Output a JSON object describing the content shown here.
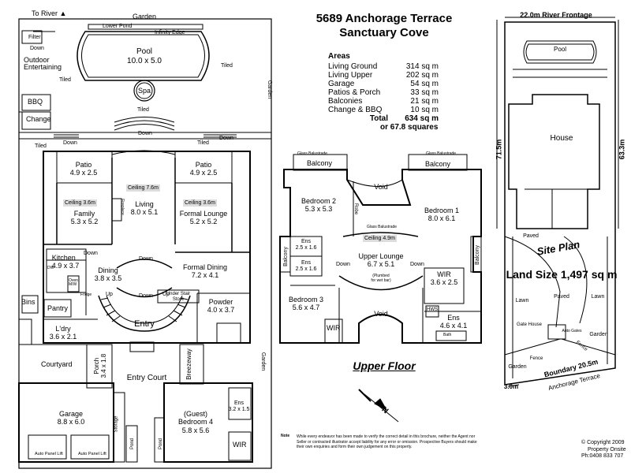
{
  "header": {
    "address": "5689 Anchorage Terrace",
    "suburb": "Sanctuary Cove"
  },
  "areas": {
    "title": "Areas",
    "rows": [
      {
        "label": "Living Ground",
        "value": "314 sq m"
      },
      {
        "label": "Living Upper",
        "value": "202 sq m"
      },
      {
        "label": "Garage",
        "value": "54 sq m"
      },
      {
        "label": "Patios & Porch",
        "value": "33 sq m"
      },
      {
        "label": "Balconies",
        "value": "21 sq m"
      },
      {
        "label": "Change & BBQ",
        "value": "10 sq m"
      }
    ],
    "total_label": "Total",
    "total_value": "634 sq m",
    "squares": "or 67.8 squares"
  },
  "ground": {
    "to_river": "To River",
    "garden_top": "Garden",
    "lower_pond": "Lower Pond",
    "infinity_edge": "Infinity Edge",
    "filter": "Filter",
    "down": "Down",
    "pool_title": "Pool",
    "pool_dims": "10.0 x 5.0",
    "spa": "Spa",
    "outdoor": "Outdoor\nEntertaining",
    "tiled": "Tiled",
    "garden_right": "Garden",
    "bbq": "BBQ",
    "change": "Change",
    "patio_left": "Patio\n4.9 x 2.5",
    "patio_right": "Patio\n4.9 x 2.5",
    "ceiling_family": "Ceiling 3.6m",
    "family": "Family\n5.3 x 5.2",
    "ceiling_living": "Ceiling 7.6m",
    "living": "Living\n8.0 x 5.1",
    "fireplace": "Fireplace",
    "ceiling_lounge": "Ceiling 3.6m",
    "formal_lounge": "Formal Lounge\n5.2 x 5.2",
    "kitchen": "Kitchen\n4.9 x 3.7",
    "dw": "DW",
    "oven_mw": "Oven\nM/W",
    "fridge": "Fridge",
    "dining": "Dining\n3.8 x 3.5",
    "formal_dining": "Formal Dining\n7.2 x 4.1",
    "pantry": "Pantry",
    "bins": "Bins",
    "ldry": "L'dry\n3.6 x 2.1",
    "up": "Up",
    "under_stair": "Under Stair\nStore",
    "entry": "Entry",
    "powder": "Powder\n4.0 x 3.7",
    "courtyard": "Courtyard",
    "porch": "Porch\n3.4 x 1.8",
    "entry_court": "Entry Court",
    "breezeway": "Breezeway",
    "garden_side": "Garden",
    "garage": "Garage\n8.8 x 6.0",
    "auto_lift_1": "Auto Panel Lift",
    "auto_lift_2": "Auto Panel Lift",
    "storage": "Storage",
    "pond": "Pond",
    "pond2": "Pond",
    "guest": "(Guest)\nBedroom 4\n5.8 x 5.6",
    "ens4": "Ens\n3.2 x 1.5",
    "wir4": "WIR"
  },
  "upper": {
    "glass_left": "Glass Balustrade",
    "glass_right": "Glass Balustrade",
    "balcony_left": "Balcony",
    "balcony_right": "Balcony",
    "void_top": "Void",
    "bedroom2": "Bedroom 2\n5.3 x 5.3",
    "robe": "Robe",
    "bedroom1": "Bedroom 1\n8.0 x 6.1",
    "glass_mid": "Glass Balustrade",
    "ceiling_upper": "Ceiling 4.9m",
    "balcony_side_left": "Balcony",
    "balcony_side_right": "Balcony",
    "ens_a": "Ens\n2.5 x 1.6",
    "ens_b": "Ens\n2.5 x 1.6",
    "upper_lounge": "Upper Lounge\n6.7 x 5.1",
    "plumbed": "(Plumbed\nfor wet bar)",
    "wir1": "WIR\n3.6 x 2.5",
    "down": "Down",
    "bedroom3": "Bedroom 3\n5.6 x 4.7",
    "wir3": "WIR",
    "void_bottom": "Void",
    "hws": "HWS",
    "ens1": "Ens\n4.6 x 4.1",
    "bath": "Bath",
    "title": "Upper Floor"
  },
  "site": {
    "frontage": "22.0m River Frontage",
    "pool": "Pool",
    "house": "House",
    "dim_left": "71.5m",
    "dim_right": "63.3m",
    "paved_top": "Paved",
    "site_plan": "Site Plan",
    "land_size": "Land Size 1,497 sq m",
    "lawn_left": "Lawn",
    "paved_mid": "Paved",
    "lawn_right": "Lawn",
    "gate_house": "Gate House",
    "auto_gates": "Auto Gates",
    "garden_right": "Garden",
    "fence_left": "Fence",
    "fence_right": "Fence",
    "garden_left": "Garden",
    "boundary": "Boundary 20.5m",
    "anchorage": "Anchorage Terrace",
    "three_m": "3.0m"
  },
  "compass": {
    "north": "N"
  },
  "note": {
    "label": "Note",
    "text": "While every endeavor has been made to verify the correct detail in this brochure, neither the Agent nor Seller or contracted illustrator accept liability for any error or omission. Prospective Buyers should make their own enquiries and form their own judgement on this property."
  },
  "copyright": {
    "line1": "© Copyright 2009",
    "line2": "Property Onsite",
    "line3": "Ph:0408 833 707"
  }
}
